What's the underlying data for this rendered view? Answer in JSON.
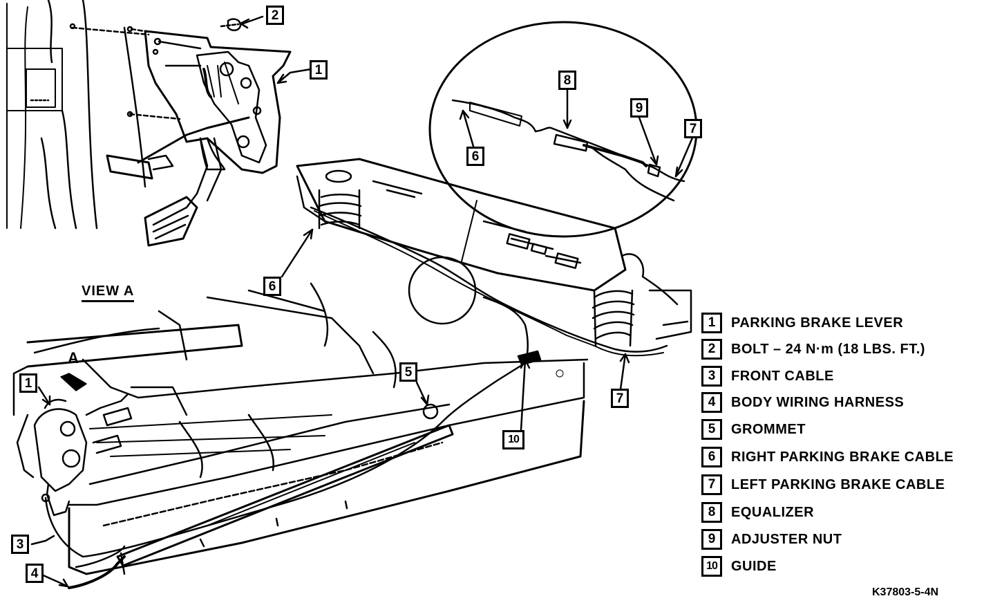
{
  "view_label": "VIEW A",
  "view_arrow_letter": "A",
  "callouts": [
    "1",
    "2",
    "6",
    "8",
    "9",
    "7",
    "6",
    "1",
    "5",
    "10",
    "7",
    "3",
    "4"
  ],
  "legend": [
    {
      "num": "1",
      "text": "PARKING BRAKE LEVER"
    },
    {
      "num": "2",
      "text": "BOLT – 24 N·m (18 LBS. FT.)"
    },
    {
      "num": "3",
      "text": "FRONT CABLE"
    },
    {
      "num": "4",
      "text": "BODY WIRING HARNESS"
    },
    {
      "num": "5",
      "text": "GROMMET"
    },
    {
      "num": "6",
      "text": "RIGHT PARKING BRAKE CABLE"
    },
    {
      "num": "7",
      "text": "LEFT PARKING BRAKE CABLE"
    },
    {
      "num": "8",
      "text": "EQUALIZER"
    },
    {
      "num": "9",
      "text": "ADJUSTER NUT"
    },
    {
      "num": "10",
      "text": "GUIDE"
    }
  ],
  "figure_code": "K37803-5-4N",
  "colors": {
    "ink": "#000000",
    "paper": "#ffffff"
  }
}
